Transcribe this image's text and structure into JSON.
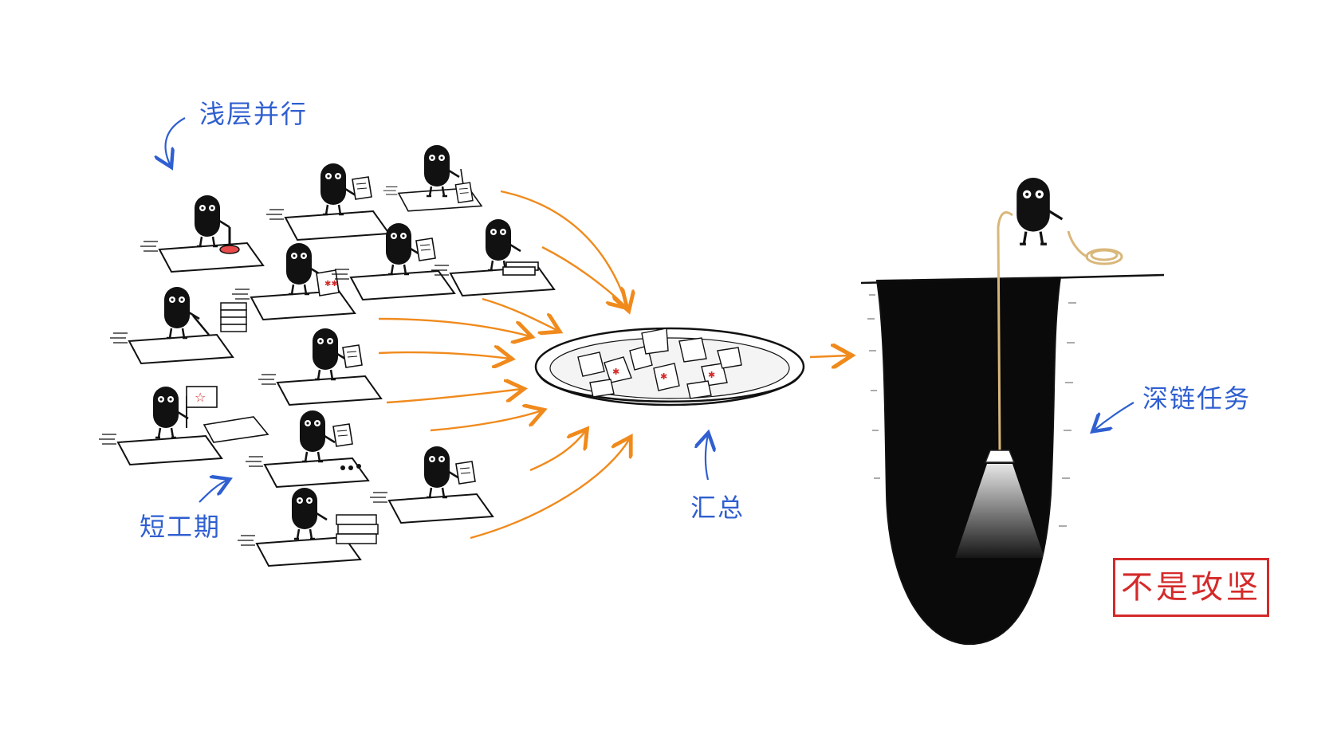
{
  "labels": {
    "shallow_parallel": "浅层并行",
    "short_term": "短工期",
    "summary": "汇总",
    "deep_chain_task": "深链任务"
  },
  "stamp": {
    "text": "不是攻坚"
  },
  "colors": {
    "ink": "#111111",
    "annotation_blue": "#2f5fd0",
    "arrow_orange": "#f08a1c",
    "stamp_red": "#d42a2a"
  },
  "icons": [
    "worker-creature-icon",
    "collection-tray-icon",
    "deep-pit-icon",
    "rope-coil-icon",
    "lamp-icon",
    "flag-star-icon"
  ]
}
